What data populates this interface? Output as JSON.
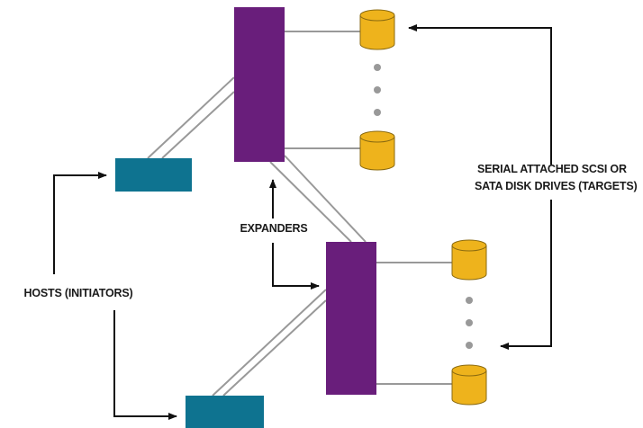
{
  "labels": {
    "targets_line1": "SERIAL ATTACHED SCSI OR",
    "targets_line2": "SATA DISK DRIVES (TARGETS)",
    "expanders": "EXPANDERS",
    "hosts": "HOSTS (INITIATORS)"
  },
  "colors": {
    "host": "#0e7390",
    "expander": "#691e7b",
    "disk_fill": "#eeb31c",
    "disk_stroke": "#8a6a10",
    "link": "#999999",
    "arrow": "#111111",
    "ellipsis_dot": "#999999"
  }
}
